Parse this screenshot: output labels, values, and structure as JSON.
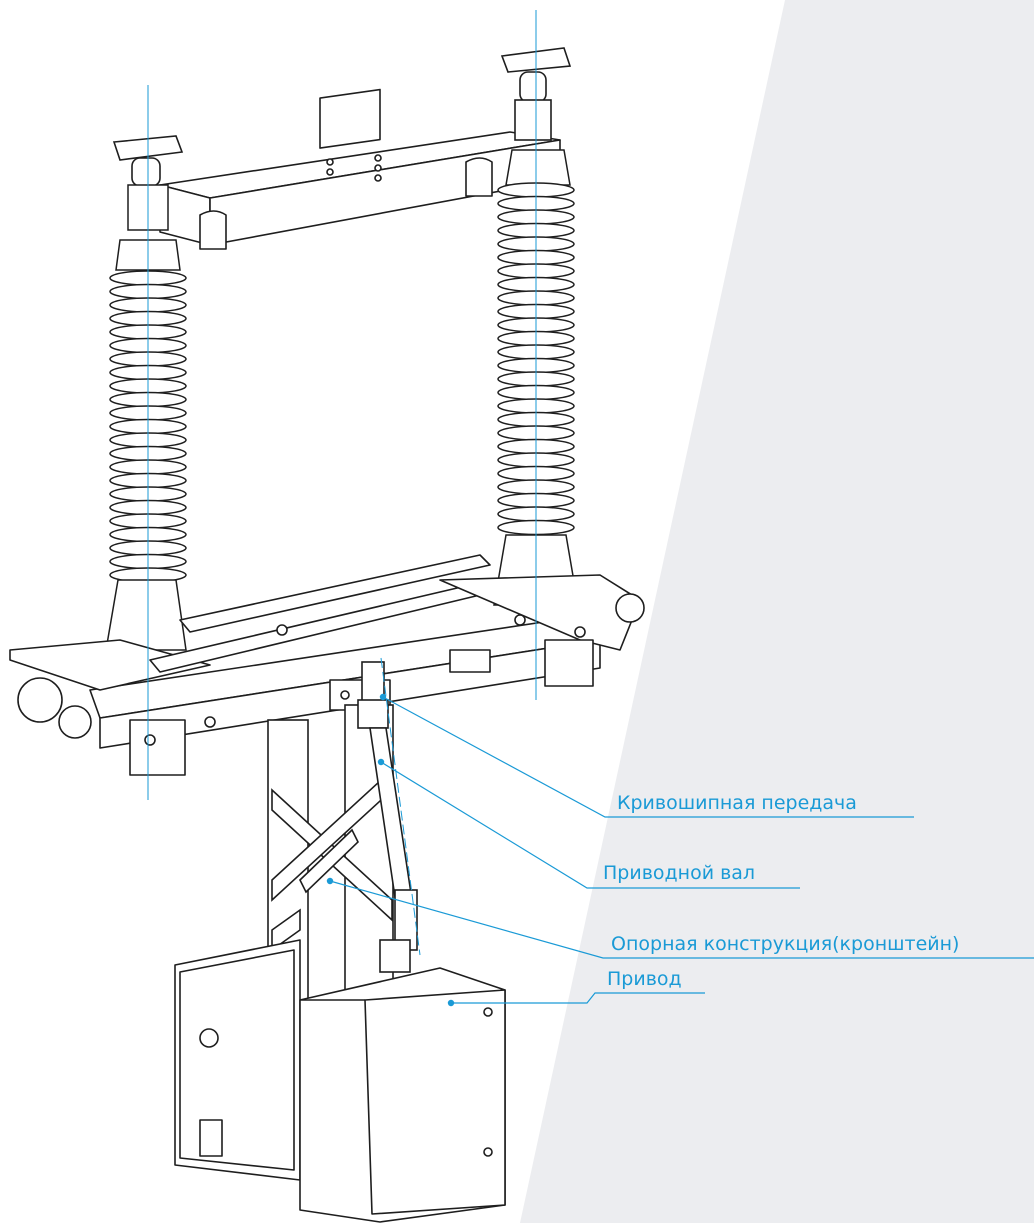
{
  "colors": {
    "background": "#ffffff",
    "panel": "#ecedf0",
    "linework": "#1e1e1e",
    "insulator_fill": "#ffffff",
    "accent": "#1a9ad6"
  },
  "callouts": [
    {
      "id": "crank",
      "label": "Кривошипная передача"
    },
    {
      "id": "shaft",
      "label": "Приводной вал"
    },
    {
      "id": "support",
      "label": "Опорная конструкция(кронштейн)"
    },
    {
      "id": "drive",
      "label": "Привод"
    }
  ]
}
